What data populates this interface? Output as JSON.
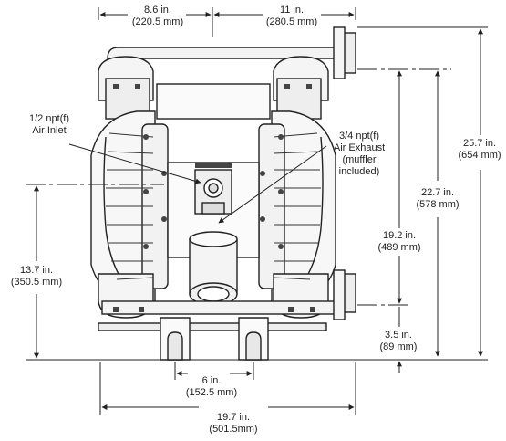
{
  "dimensions": {
    "top_left": {
      "line1": "8.6 in.",
      "line2": "(220.5 mm)"
    },
    "top_right": {
      "line1": "11 in.",
      "line2": "(280.5 mm)"
    },
    "overall_height": {
      "line1": "25.7 in.",
      "line2": "(654 mm)"
    },
    "upper_height": {
      "line1": "22.7 in.",
      "line2": "(578 mm)"
    },
    "mid_height": {
      "line1": "19.2 in.",
      "line2": "(489 mm)"
    },
    "inlet_height": {
      "line1": "13.7 in.",
      "line2": "(350.5 mm)"
    },
    "bottom_height": {
      "line1": "3.5 in.",
      "line2": "(89 mm)"
    },
    "foot_spacing": {
      "line1": "6 in.",
      "line2": "(152.5 mm)"
    },
    "overall_width": {
      "line1": "19.7 in.",
      "line2": "(501.5mm)"
    }
  },
  "callouts": {
    "air_inlet": {
      "line1": "1/2 npt(f)",
      "line2": "Air Inlet"
    },
    "air_exhaust": {
      "line1": "3/4 npt(f)",
      "line2": "Air Exhaust",
      "line3": "(muffler",
      "line4": "included)"
    }
  }
}
